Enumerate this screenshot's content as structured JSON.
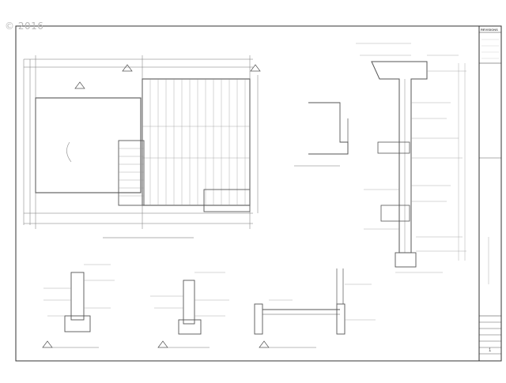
{
  "watermark": "© 2016",
  "title_block": {
    "header": "REVISIONS",
    "sheet_no": "1"
  }
}
